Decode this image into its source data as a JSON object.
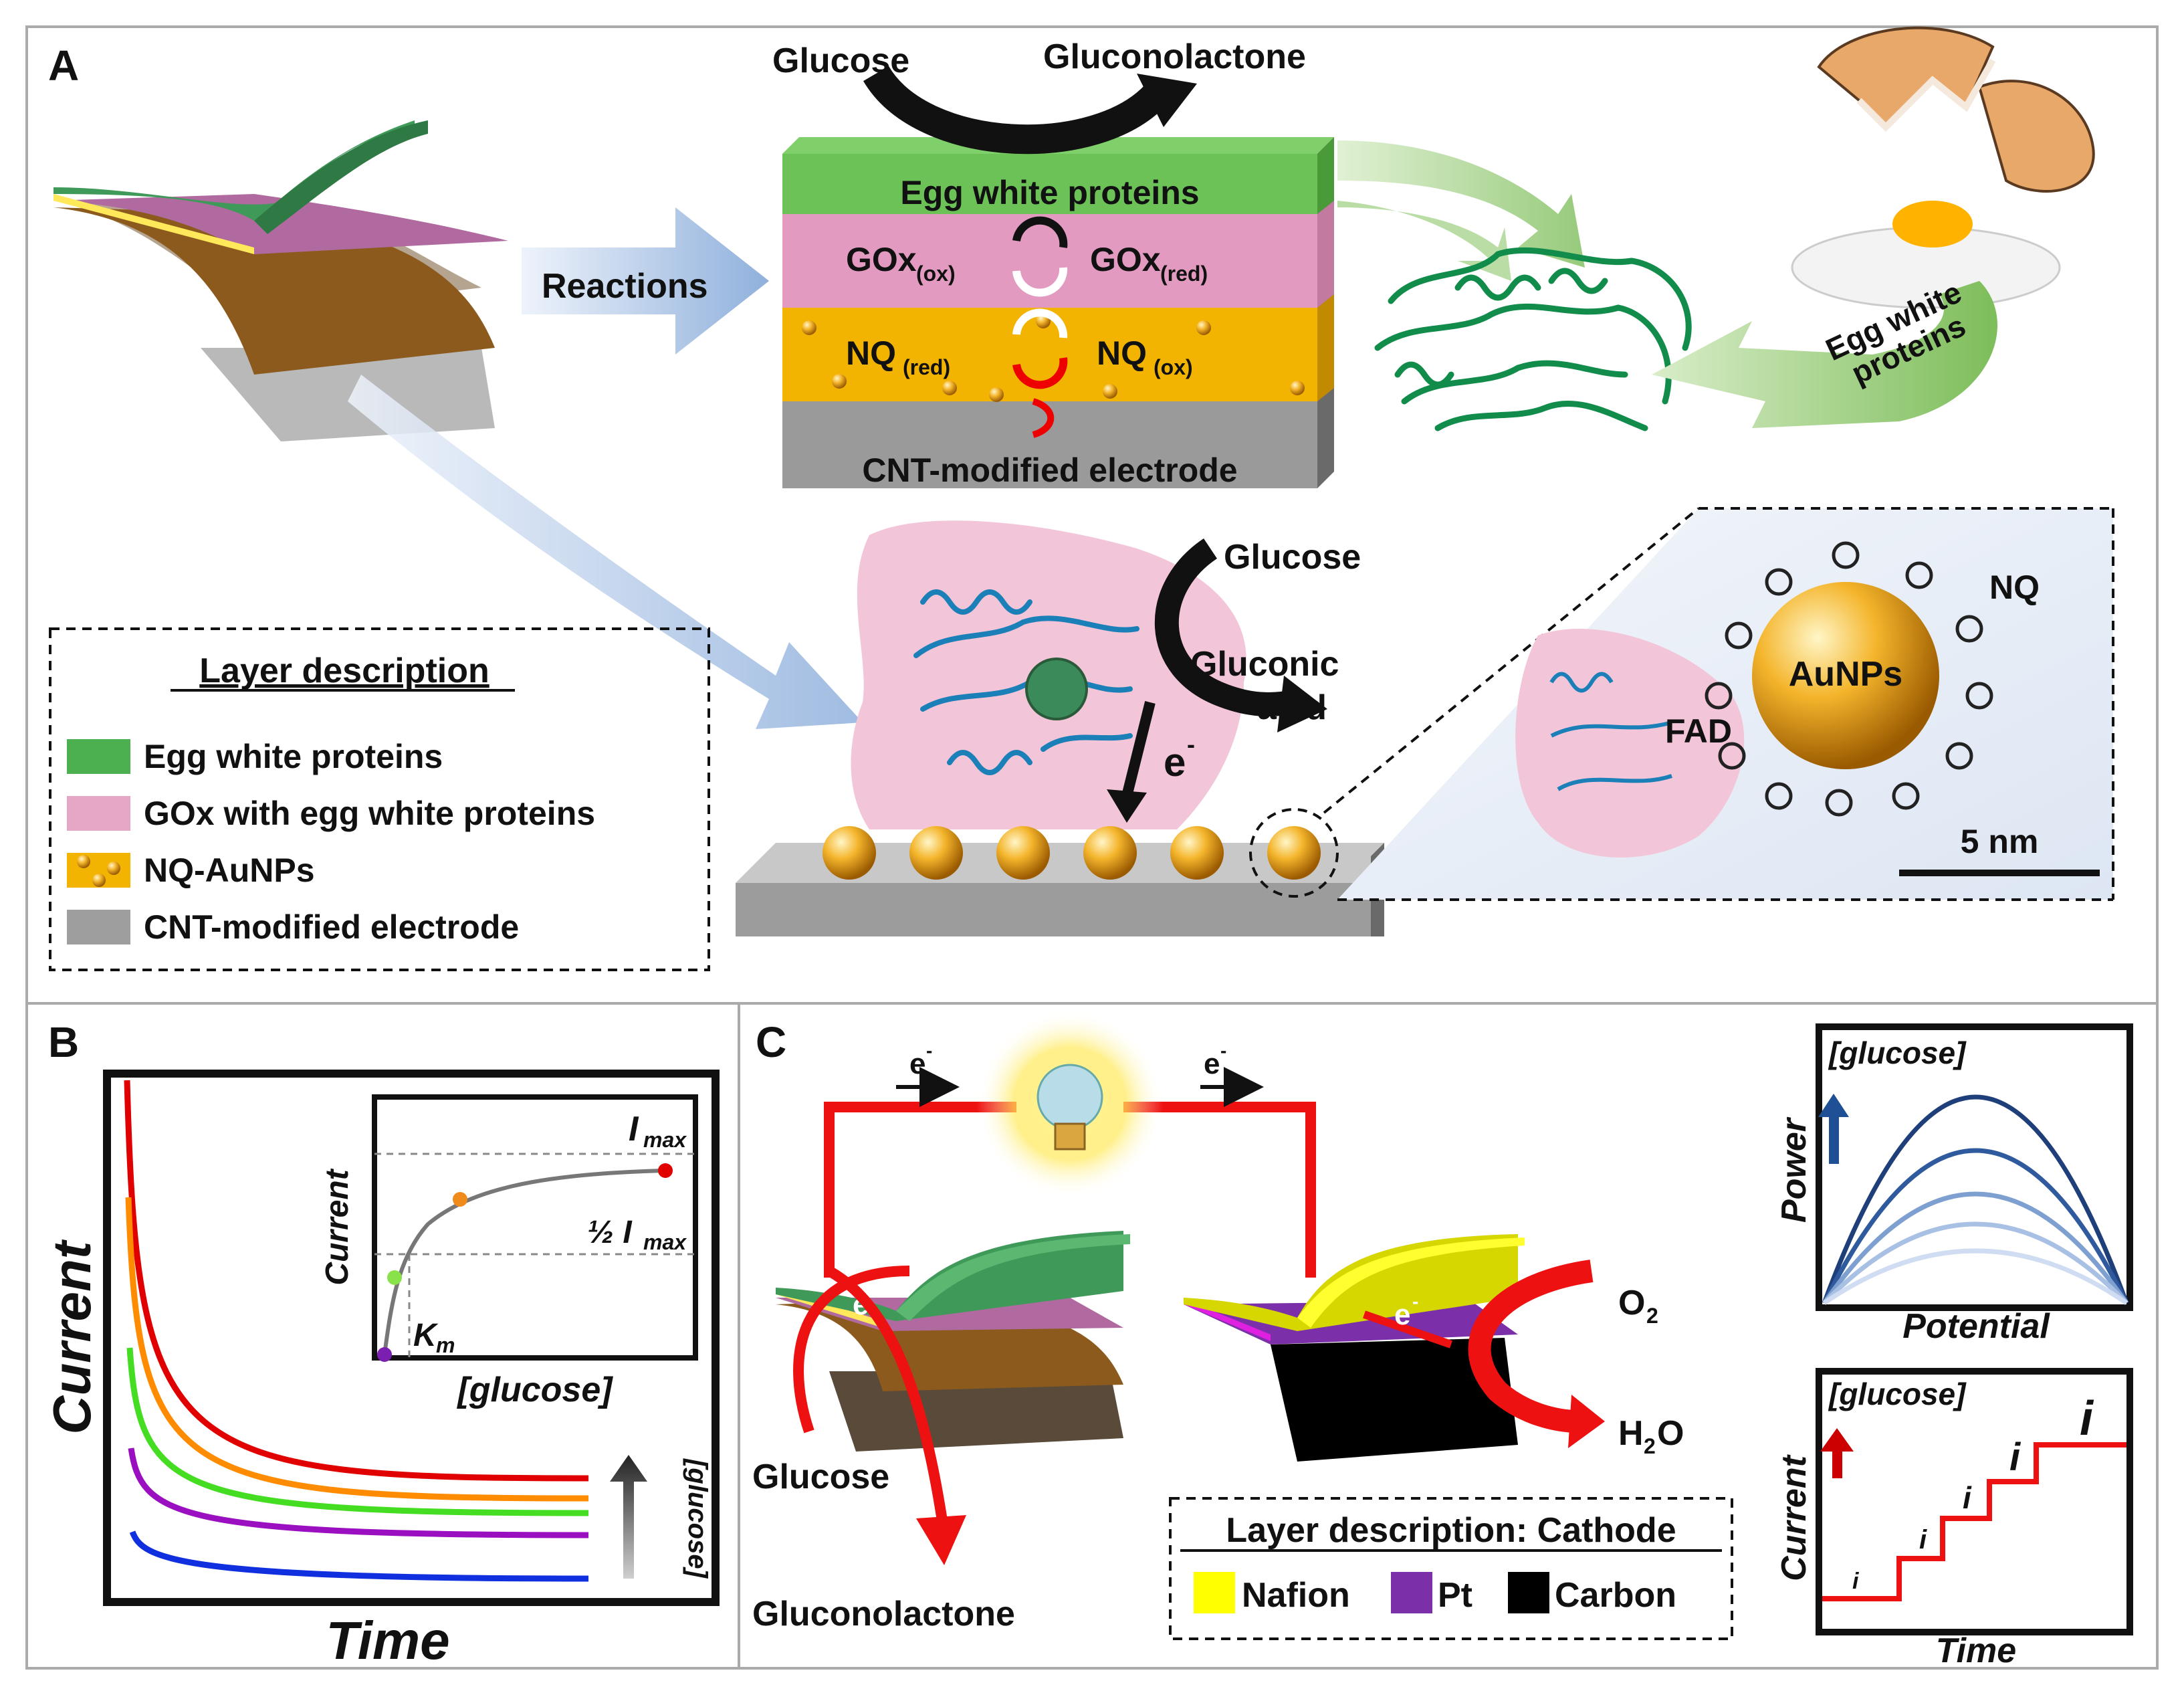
{
  "panel_a": {
    "letter": "A",
    "stack": {
      "glucose": "Glucose",
      "gluconolactone": "Gluconolactone",
      "layer_egg": "Egg white proteins",
      "gox_ox": "GOx",
      "gox_ox_sub": "(ox)",
      "gox_red": "GOx",
      "gox_red_sub": "(red)",
      "nq_red": "NQ",
      "nq_red_sub": "(red)",
      "nq_ox": "NQ",
      "nq_ox_sub": "(ox)",
      "layer_cnt": "CNT-modified electrode"
    },
    "reactions_label": "Reactions",
    "egg_arrow_label_1": "Egg white",
    "egg_arrow_label_2": "proteins",
    "electrode": {
      "glucose": "Glucose",
      "gluconic_1": "Gluconic",
      "gluconic_2": "acid",
      "electron": "e",
      "electron_sup": "-"
    },
    "zoom": {
      "fad": "FAD",
      "aunps": "AuNPs",
      "nq": "NQ",
      "scale": "5 nm"
    },
    "legend": {
      "title": "Layer description",
      "items": [
        {
          "label": "Egg white proteins",
          "color": "#4caf50"
        },
        {
          "label": "GOx with egg white proteins",
          "color": "#e6a6c6"
        },
        {
          "label": "NQ-AuNPs",
          "color": "#f2b400"
        },
        {
          "label": "CNT-modified electrode",
          "color": "#9e9e9e"
        }
      ]
    }
  },
  "panel_b": {
    "letter": "B",
    "ylabel": "Current",
    "xlabel": "Time",
    "arrow_label": "[glucose]",
    "series_colors": [
      "#e00000",
      "#ff8c00",
      "#44dd22",
      "#9a10c0",
      "#1030e0"
    ],
    "inset": {
      "ylabel": "Current",
      "xlabel": "[glucose]",
      "imax": "I",
      "imax_sub": "max",
      "half": "½ I",
      "half_sub": "max",
      "km": "K",
      "km_sub": "m"
    }
  },
  "panel_c": {
    "letter": "C",
    "electron": "e",
    "electron_sup": "-",
    "glucose": "Glucose",
    "gluconolactone": "Gluconolactone",
    "o2": "O",
    "o2_sub": "2",
    "h2o_h": "H",
    "h2o_sub": "2",
    "h2o_o": "O",
    "cathode_legend": {
      "title": "Layer description: Cathode",
      "items": [
        {
          "label": "Nafion",
          "color": "#ffff00"
        },
        {
          "label": "Pt",
          "color": "#7b2fa8"
        },
        {
          "label": "Carbon",
          "color": "#000000"
        }
      ]
    },
    "power_plot": {
      "ylabel": "Power",
      "xlabel": "Potential",
      "arrow_label": "[glucose]",
      "colors": [
        "#1f3f7a",
        "#2f5a9e",
        "#7ea0d0",
        "#a8c0e4",
        "#cfdcf2"
      ]
    },
    "current_plot": {
      "ylabel": "Current",
      "xlabel": "Time",
      "arrow_label": "[glucose]",
      "step_label": "i"
    }
  }
}
